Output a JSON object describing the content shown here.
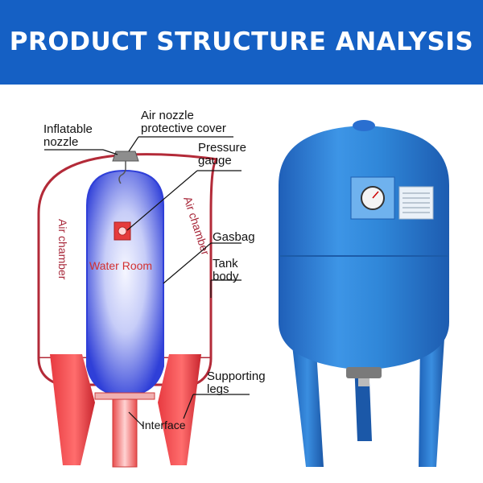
{
  "banner": {
    "title": "PRODUCT STRUCTURE ANALYSIS",
    "background": "#1560c4"
  },
  "diagram": {
    "labels": {
      "inflatable_nozzle": [
        "Inflatable",
        "nozzle"
      ],
      "air_nozzle_cover": [
        "Air nozzle",
        "protective cover"
      ],
      "pressure_gauge": [
        "Pressure",
        "gauge"
      ],
      "gasbag": [
        "Gasbag"
      ],
      "tank_body": [
        "Tank",
        "body"
      ],
      "supporting_legs": [
        "Supporting",
        "legs"
      ],
      "interface": "Interface",
      "water_room": "Water Room",
      "air_chamber_left": "Air chamber",
      "air_chamber_right": "Air chamber"
    },
    "colors": {
      "tank_outline": "#b32a38",
      "gasbag_blue": "#2f3fd8",
      "legs_red": "#e0323a",
      "label_red": "#a8283a"
    }
  },
  "photo": {
    "description_icon": "blue-pressure-tank",
    "colors": {
      "tank_blue": "#2f86d8",
      "leg_blue": "#2a74c8"
    }
  }
}
